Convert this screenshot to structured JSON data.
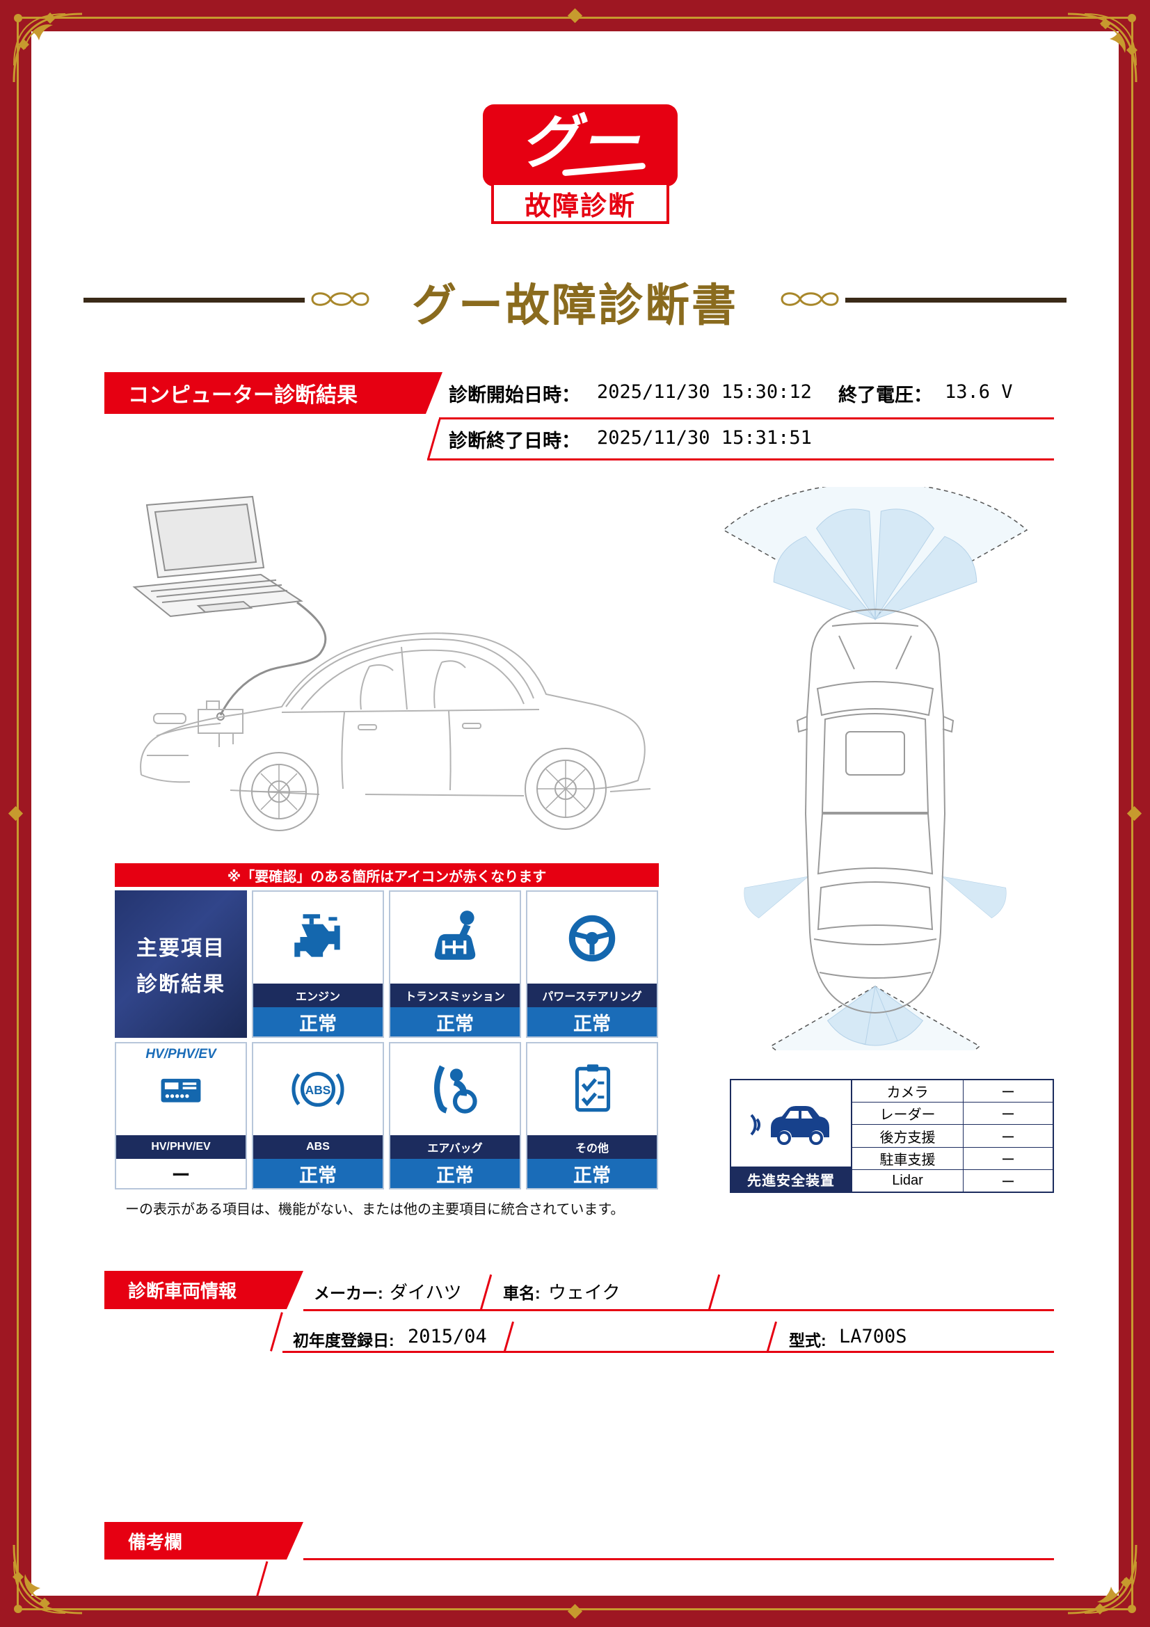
{
  "colors": {
    "accent_red": "#e60012",
    "frame_maroon": "#9e1722",
    "gold": "#c79a2e",
    "title_brown": "#8a6b1e",
    "navy": "#1c2c5e",
    "status_blue": "#1a6cb8",
    "icon_blue": "#1467ae"
  },
  "logo": {
    "brand": "グー",
    "subtitle": "故障診断"
  },
  "title": "グー故障診断書",
  "diagnosis": {
    "section_label": "コンピューター診断結果",
    "start_label": "診断開始日時：",
    "start_value": "2025/11/30 15:30:12",
    "voltage_label": "終了電圧：",
    "voltage_value": "13.6 V",
    "end_label": "診断終了日時：",
    "end_value": "2025/11/30 15:31:51"
  },
  "notice": "※「要確認」のある箇所はアイコンが赤くなります",
  "main_results": {
    "header_line1": "主要項目",
    "header_line2": "診断結果",
    "hv_top_label": "HV/PHV/EV",
    "items": [
      {
        "name": "エンジン",
        "status": "正常"
      },
      {
        "name": "トランスミッション",
        "status": "正常"
      },
      {
        "name": "パワーステアリング",
        "status": "正常"
      },
      {
        "name": "HV/PHV/EV",
        "status": "ー"
      },
      {
        "name": "ABS",
        "status": "正常"
      },
      {
        "name": "エアバッグ",
        "status": "正常"
      },
      {
        "name": "その他",
        "status": "正常"
      }
    ],
    "footnote": "ーの表示がある項目は、機能がない、または他の主要項目に統合されています。"
  },
  "safety": {
    "label": "先進安全装置",
    "rows": [
      {
        "name": "カメラ",
        "value": "ー"
      },
      {
        "name": "レーダー",
        "value": "ー"
      },
      {
        "name": "後方支援",
        "value": "ー"
      },
      {
        "name": "駐車支援",
        "value": "ー"
      },
      {
        "name": "Lidar",
        "value": "ー"
      }
    ]
  },
  "vehicle": {
    "section_label": "診断車両情報",
    "maker_label": "メーカー:",
    "maker_value": "ダイハツ",
    "car_label": "車名:",
    "car_value": "ウェイク",
    "reg_label": "初年度登録日:",
    "reg_value": "2015/04",
    "model_label": "型式:",
    "model_value": "LA700S"
  },
  "remarks": {
    "section_label": "備考欄"
  }
}
